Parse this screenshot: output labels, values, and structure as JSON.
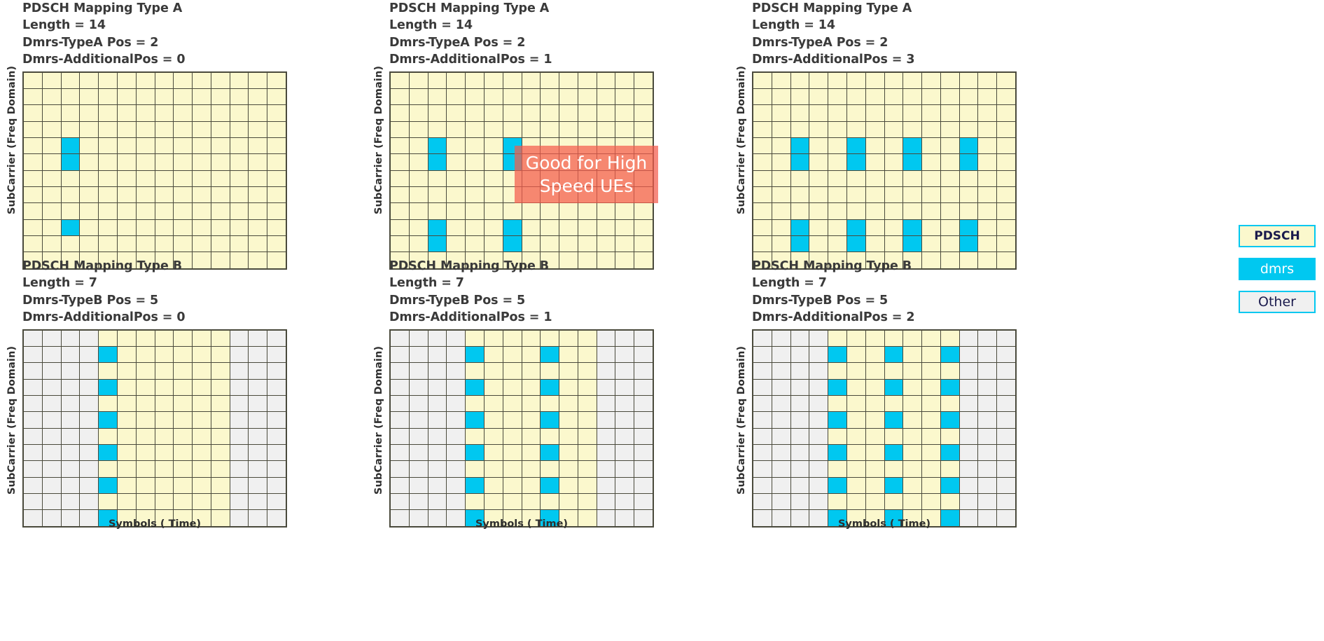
{
  "colors": {
    "pdsch": "#fbf8cd",
    "dmrs": "#00c8f0",
    "other": "#f0f0f0",
    "grid_line": "#4a4a3c",
    "callout_bg": "#f45c4c",
    "legend_border": "#00c8f0",
    "text": "#3a3a3a"
  },
  "axis": {
    "y_label": "SubCarrier (Freq Domain)",
    "x_label": "Symbols ( Time)"
  },
  "callout": {
    "line1": "Good for High",
    "line2": "Speed UEs"
  },
  "legend": {
    "items": [
      {
        "label": "PDSCH",
        "kind": "pdsch"
      },
      {
        "label": "dmrs",
        "kind": "dmrs"
      },
      {
        "label": "Other",
        "kind": "other"
      }
    ]
  },
  "panels": [
    {
      "id": "type-a-addpos-0",
      "caption": [
        "PDSCH Mapping Type A",
        "Length = 14",
        "Dmrs-TypeA Pos = 2",
        "Dmrs-AdditionalPos = 0"
      ],
      "grid": {
        "cols": 14,
        "rows": 12,
        "base": "pdsch",
        "other_cols": [],
        "dmrs_cols": [
          2
        ],
        "dmrs_rows": [
          4,
          5,
          9
        ]
      }
    },
    {
      "id": "type-a-addpos-1",
      "caption": [
        "PDSCH Mapping Type A",
        "Length = 14",
        "Dmrs-TypeA Pos = 2",
        "Dmrs-AdditionalPos = 1"
      ],
      "grid": {
        "cols": 14,
        "rows": 12,
        "base": "pdsch",
        "other_cols": [],
        "dmrs_cols": [
          2,
          6
        ],
        "dmrs_rows": [
          4,
          5,
          9,
          10
        ]
      }
    },
    {
      "id": "type-a-addpos-3",
      "caption": [
        "PDSCH Mapping Type A",
        "Length = 14",
        "Dmrs-TypeA Pos = 2",
        "Dmrs-AdditionalPos = 3"
      ],
      "grid": {
        "cols": 14,
        "rows": 12,
        "base": "pdsch",
        "other_cols": [],
        "dmrs_cols": [
          2,
          5,
          8,
          11
        ],
        "dmrs_rows": [
          4,
          5,
          9,
          10
        ]
      }
    },
    {
      "id": "type-b-addpos-0",
      "caption": [
        "PDSCH Mapping Type B",
        "Length = 7",
        "Dmrs-TypeB Pos = 5",
        "Dmrs-AdditionalPos = 0"
      ],
      "grid": {
        "cols": 14,
        "rows": 12,
        "base": "other",
        "pdsch_cols": [
          4,
          5,
          6,
          7,
          8,
          9,
          10
        ],
        "dmrs_cols": [
          4
        ],
        "dmrs_rows": [
          1,
          3,
          5,
          7,
          9,
          11
        ]
      }
    },
    {
      "id": "type-b-addpos-1",
      "caption": [
        "PDSCH Mapping Type B",
        "Length = 7",
        "Dmrs-TypeB Pos = 5",
        "Dmrs-AdditionalPos = 1"
      ],
      "grid": {
        "cols": 14,
        "rows": 12,
        "base": "other",
        "pdsch_cols": [
          4,
          5,
          6,
          7,
          8,
          9,
          10
        ],
        "dmrs_cols": [
          4,
          8
        ],
        "dmrs_rows": [
          1,
          3,
          5,
          7,
          9,
          11
        ]
      }
    },
    {
      "id": "type-b-addpos-2",
      "caption": [
        "PDSCH Mapping Type B",
        "Length = 7",
        "Dmrs-TypeB Pos = 5",
        "Dmrs-AdditionalPos = 2"
      ],
      "grid": {
        "cols": 14,
        "rows": 12,
        "base": "other",
        "pdsch_cols": [
          4,
          5,
          6,
          7,
          8,
          9,
          10
        ],
        "dmrs_cols": [
          4,
          7,
          10
        ],
        "dmrs_rows": [
          1,
          3,
          5,
          7,
          9,
          11
        ]
      }
    }
  ]
}
